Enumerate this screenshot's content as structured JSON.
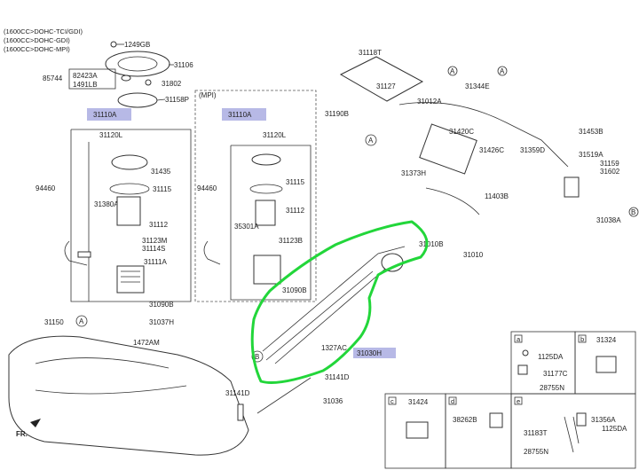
{
  "header": {
    "variants": [
      "(1600CC>DOHC-TCI/GDI)",
      "(1600CC>DOHC-GDI)",
      "(1600CC>DOHC-MPI)"
    ]
  },
  "left_group": {
    "box_label": "31110A",
    "labels": [
      "1249GB",
      "31106",
      "85744",
      "82423A",
      "1491LB",
      "31802",
      "31158P",
      "31120L",
      "31435",
      "94460",
      "31115",
      "31380A",
      "31112",
      "31123M",
      "31114S",
      "31111A",
      "31090B"
    ]
  },
  "mpi_group": {
    "title": "(MPI)",
    "box_label": "31110A",
    "labels": [
      "31120L",
      "31115",
      "94460",
      "31112",
      "35301A",
      "31123B",
      "31090B"
    ]
  },
  "canister_group": {
    "labels": [
      "31118T",
      "31127",
      "31344E",
      "31190B",
      "31012A",
      "31420C",
      "31426C",
      "31373H",
      "31359D",
      "31453B",
      "31519A",
      "31159",
      "31602",
      "11403B",
      "31038A"
    ],
    "callouts": [
      "A",
      "A",
      "A",
      "B"
    ]
  },
  "tank_group": {
    "labels": [
      "31150",
      "31037H",
      "1472AM",
      "31010B",
      "31010",
      "31030H",
      "1327AC",
      "31141D",
      "31141D",
      "31036"
    ],
    "callouts": [
      "A",
      "B"
    ],
    "highlight": "31030H",
    "direction": "FR."
  },
  "legend_a": {
    "code": "a",
    "labels": [
      "1125DA",
      "31177C",
      "28755N"
    ]
  },
  "legend_b": {
    "code": "b",
    "labels": [
      "31324"
    ]
  },
  "legend_c": {
    "code": "c",
    "labels": [
      "31424"
    ]
  },
  "legend_d": {
    "code": "d",
    "labels": [
      "38262B"
    ]
  },
  "legend_e": {
    "code": "e",
    "labels": [
      "31356A",
      "1125DA",
      "31183T",
      "28755N"
    ]
  },
  "colors": {
    "highlight_box": "#b7b9e6",
    "annotation_green": "#22d63a",
    "line": "#333333"
  }
}
